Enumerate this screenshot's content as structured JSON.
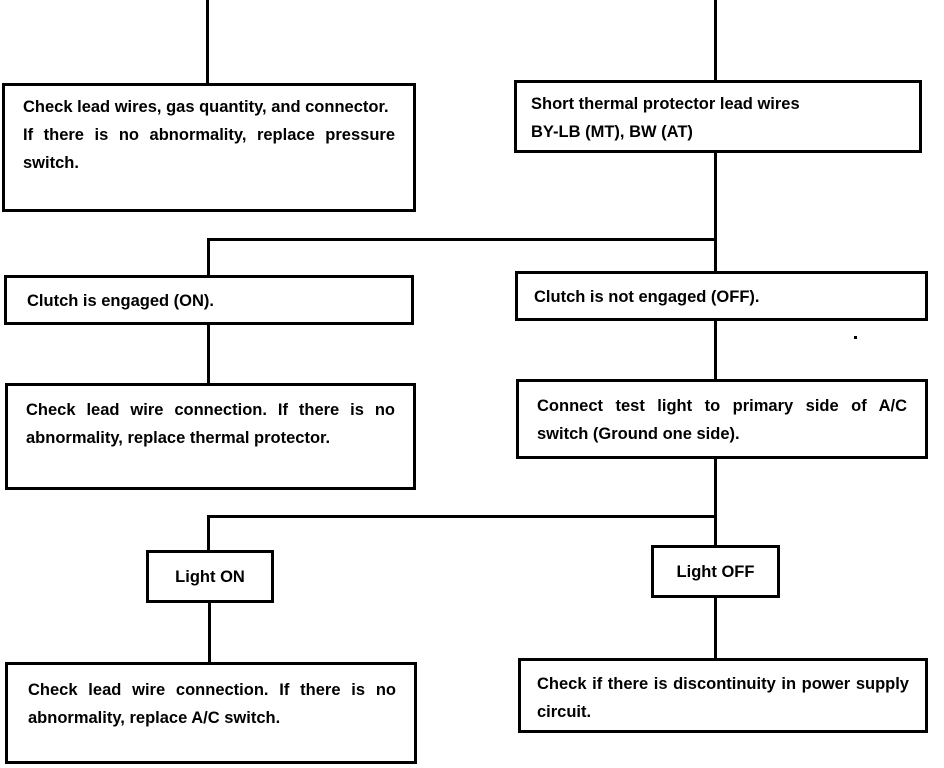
{
  "flowchart": {
    "nodes": {
      "check_gas": {
        "line1": "Check lead wires, gas quantity, and connector.",
        "line2": "If there is no abnormality, replace pressure switch."
      },
      "short_protector": {
        "line1": "Short thermal protector lead wires",
        "line2": "BY-LB (MT), BW (AT)"
      },
      "clutch_on": "Clutch is engaged (ON).",
      "clutch_off": "Clutch is not engaged (OFF).",
      "replace_thermal": "Check lead wire connection. If there is no abnormality, replace thermal protector.",
      "test_light": "Connect test light to primary side of A/C switch (Ground one side).",
      "light_on": "Light ON",
      "light_off": "Light OFF",
      "replace_ac": "Check lead wire connection. If there is no abnormality, replace A/C switch.",
      "check_power": "Check if there is discontinuity in power supply circuit."
    }
  }
}
